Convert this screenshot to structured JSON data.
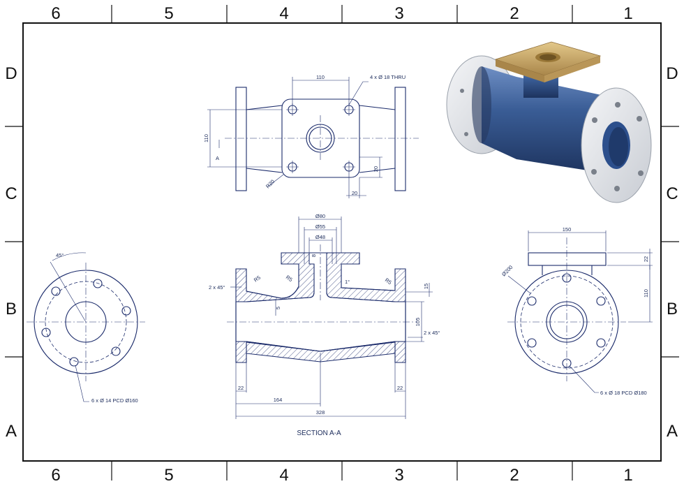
{
  "frame": {
    "col_labels": [
      "6",
      "5",
      "4",
      "3",
      "2",
      "1"
    ],
    "row_labels": [
      "D",
      "C",
      "B",
      "A"
    ]
  },
  "top_view": {
    "dims": {
      "width_110": "110",
      "holes": "4 x Ø 18 THRU",
      "height_110": "110",
      "label_a": "A",
      "radius": "R20",
      "offset_20_v": "20",
      "offset_20_h": "20"
    }
  },
  "section_view": {
    "dims": {
      "d80": "Ø80",
      "d55": "Ø55",
      "d48": "Ø48",
      "eight": "8",
      "chamfer_left": "2 x 45°",
      "r5_a": "R5",
      "r5_b": "R5",
      "r5_c": "R5",
      "angle": "1°",
      "five": "5",
      "fifteen": "15",
      "d105": "105",
      "chamfer_right": "2 x 45°",
      "w22_left": "22",
      "w22_right": "22",
      "w164": "164",
      "w328": "328"
    },
    "caption": "SECTION A-A"
  },
  "left_view": {
    "dims": {
      "angle": "45°",
      "holes": "6 x Ø 14 PCD Ø160"
    }
  },
  "right_view": {
    "dims": {
      "w150": "150",
      "h22": "22",
      "h110": "110",
      "d200": "Ø200",
      "holes": "6 x Ø 18 PCD Ø180"
    }
  },
  "render": {
    "flange_color": "#e4e6ea",
    "body_color": "#3a5d96",
    "pad_color": "#c9a86a"
  }
}
